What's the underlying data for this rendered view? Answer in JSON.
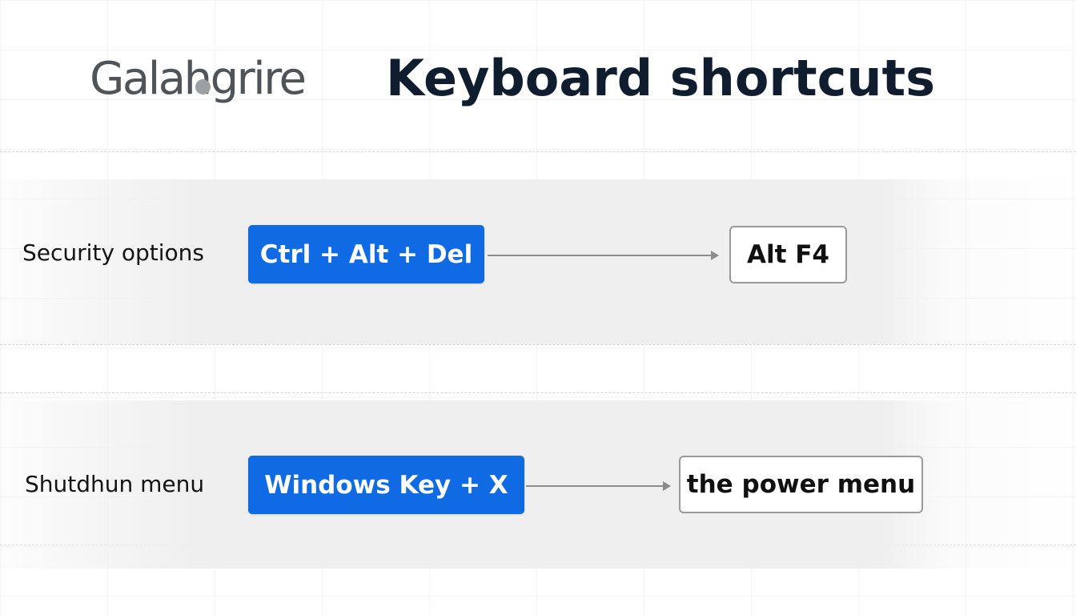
{
  "header": {
    "logo_text": "Galahgrire",
    "title": "Keyboard shortcuts"
  },
  "rows": [
    {
      "label": "Security options",
      "shortcut": "Ctrl + Alt + Del",
      "result": "Alt F4"
    },
    {
      "label": "Shutdhun menu",
      "shortcut": "Windows Key + X",
      "result": "the power menu"
    }
  ],
  "colors": {
    "key_background": "#0f6ae3",
    "title_text": "#0f1d2e",
    "logo_text": "#4e5457",
    "arrow": "#8b8b8b"
  },
  "icons": {
    "arrow": "right-arrow-icon"
  }
}
